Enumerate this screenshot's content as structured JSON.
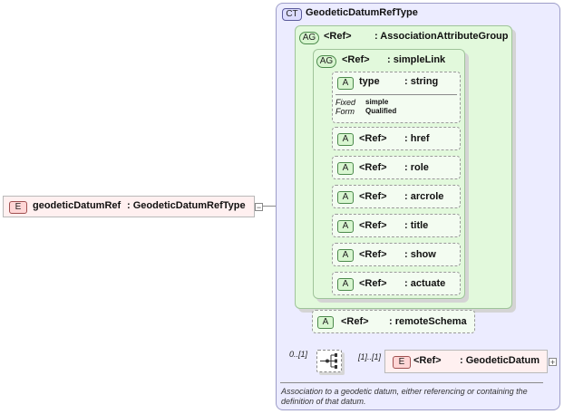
{
  "root_element": {
    "badge": "E",
    "name": "geodeticDatumRef",
    "type": ": GeodeticDatumRefType",
    "expander": "−"
  },
  "complex_type": {
    "badge": "CT",
    "name": "GeodeticDatumRefType"
  },
  "assoc_group": {
    "badge": "AG",
    "ref": "<Ref>",
    "name": ": AssociationAttributeGroup"
  },
  "simple_link": {
    "badge": "AG",
    "ref": "<Ref>",
    "name": ": simpleLink"
  },
  "type_attr": {
    "badge": "A",
    "name": "type",
    "type": ": string",
    "fixed_label": "Fixed",
    "fixed_value": "simple",
    "form_label": "Form",
    "form_value": "Qualified"
  },
  "attributes": [
    {
      "badge": "A",
      "ref": "<Ref>",
      "name": ": href"
    },
    {
      "badge": "A",
      "ref": "<Ref>",
      "name": ": role"
    },
    {
      "badge": "A",
      "ref": "<Ref>",
      "name": ": arcrole"
    },
    {
      "badge": "A",
      "ref": "<Ref>",
      "name": ": title"
    },
    {
      "badge": "A",
      "ref": "<Ref>",
      "name": ": show"
    },
    {
      "badge": "A",
      "ref": "<Ref>",
      "name": ": actuate"
    }
  ],
  "remote_schema": {
    "badge": "A",
    "ref": "<Ref>",
    "name": ": remoteSchema"
  },
  "choice": {
    "occurrence": "0..[1]",
    "child_occurrence": "[1]..[1]"
  },
  "geodetic_datum": {
    "badge": "E",
    "ref": "<Ref>",
    "name": ": GeodeticDatum",
    "expander": "+"
  },
  "annotation": "Association to a geodetic datum, either referencing or containing the definition of that datum."
}
